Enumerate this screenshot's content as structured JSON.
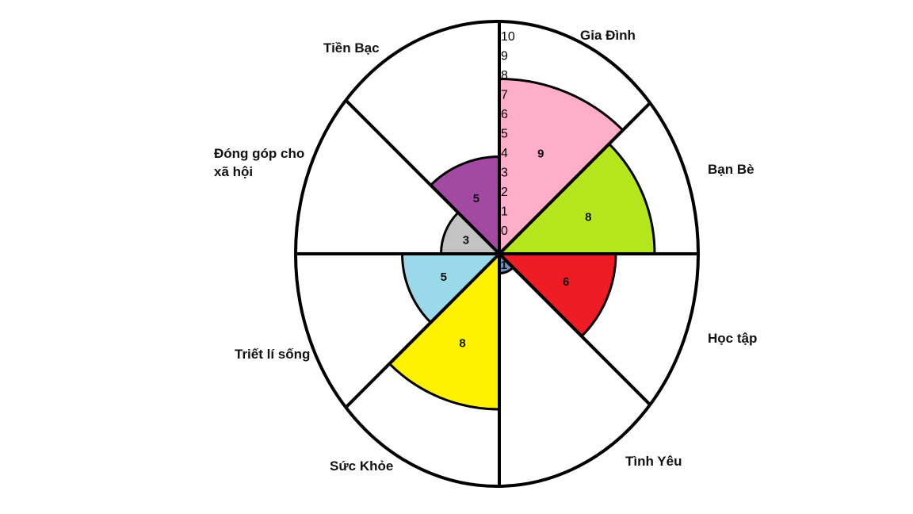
{
  "chart_data": {
    "type": "polar-area",
    "title": "",
    "rlim": [
      0,
      10
    ],
    "scale_ticks": [
      "0",
      "1",
      "2",
      "3",
      "4",
      "5",
      "6",
      "7",
      "8",
      "9",
      "10"
    ],
    "sectors": [
      {
        "category": "Gia Đình",
        "value": 9,
        "value_label": "9",
        "color": "#FFAEC9"
      },
      {
        "category": "Bạn Bè",
        "value": 8,
        "value_label": "8",
        "color": "#B5E61D"
      },
      {
        "category": "Học tập",
        "value": 6,
        "value_label": "6",
        "color": "#ED1C24"
      },
      {
        "category": "Tình Yêu",
        "value": 1,
        "value_label": "1",
        "color": "#7092BE"
      },
      {
        "category": "Sức Khỏe",
        "value": 8,
        "value_label": "8",
        "color": "#FFF200"
      },
      {
        "category": "Triết lí sống",
        "value": 5,
        "value_label": "5",
        "color": "#99D9EA"
      },
      {
        "category": "Đóng góp cho xã hội",
        "value": 3,
        "value_label": "3",
        "color": "#C3C3C3"
      },
      {
        "category": "Tiền Bạc",
        "value": 5,
        "value_label": "5",
        "color": "#A349A4"
      }
    ]
  }
}
